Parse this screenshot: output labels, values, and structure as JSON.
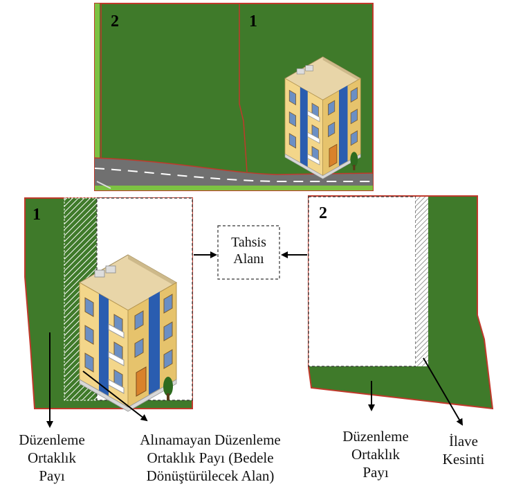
{
  "parcels": {
    "top_left_number": "2",
    "top_right_number": "1",
    "left_number": "1",
    "right_number": "2"
  },
  "allocation_box": {
    "line1": "Tahsis",
    "line2": "Alanı"
  },
  "labels": {
    "left_share": [
      "Düzenleme",
      "Ortaklık",
      "Payı"
    ],
    "unreceived_share": [
      "Alınamayan Düzenleme",
      "Ortaklık Payı (Bedele",
      "Dönüştürülecek Alan)"
    ],
    "right_share": [
      "Düzenleme",
      "Ortaklık",
      "Payı"
    ],
    "extra_cut": [
      "İlave",
      "Kesinti"
    ]
  },
  "colors": {
    "parcel_green": "#3f7a2a",
    "parcel_border": "#c0392b",
    "road": "#707070",
    "road_marking": "#ffffff",
    "light_strip": "#7dc242"
  },
  "icons": [
    "apartment-building-icon"
  ]
}
